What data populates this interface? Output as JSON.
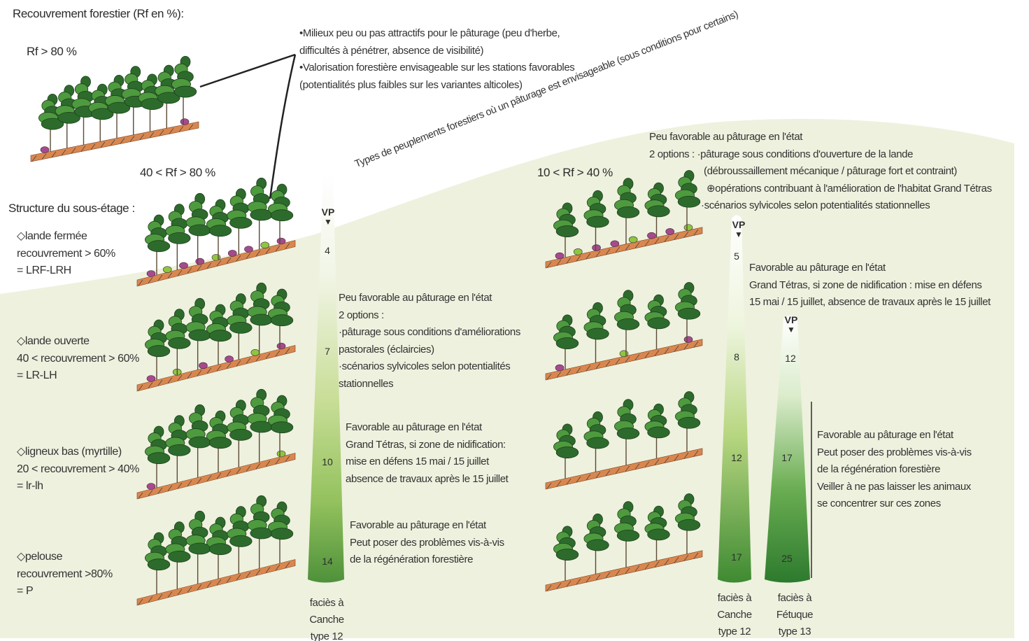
{
  "colors": {
    "background": "#ffffff",
    "pale_green": "#eef1de",
    "gauge_top": "#ffffff",
    "gauge_bottom": "#3f8a34",
    "gauge_bottom_dark": "#2d7a2e",
    "tree_dark": "#2d6b2c",
    "tree_mid": "#4e9a3e",
    "ground": "#d9874f",
    "heather": "#a64a8e",
    "bilberry": "#8dc63f"
  },
  "header": {
    "title": "Recouvrement forestier (Rf en %):",
    "rf_high": "Rf > 80 %",
    "rf_mid": "40 < Rf > 80 %",
    "rf_low": "10 < Rf > 40 %",
    "structure_title": "Structure du sous-étage :"
  },
  "top_note": {
    "line1": "•Milieux peu ou pas attractifs pour le pâturage (peu d'herbe,",
    "line2": "difficultés à pénétrer, absence de visibilité)",
    "line3": "•Valorisation forestière envisageable sur les stations favorables",
    "line4": "(potentialités plus faibles sur les variantes alticoles)"
  },
  "curve_label": "Types de peuplements forestiers où un pâturage est envisageable (sous conditions pour certains)",
  "understorey": [
    {
      "title": "◇lande fermée",
      "line2": "recouvrement > 60%",
      "line3": "= LRF-LRH"
    },
    {
      "title": "◇lande ouverte",
      "line2": "40 < recouvrement > 60%",
      "line3": "= LR-LH"
    },
    {
      "title": "◇ligneux bas (myrtille)",
      "line2": "20 < recouvrement > 40%",
      "line3": "= lr-lh"
    },
    {
      "title": "◇pelouse",
      "line2": "recouvrement >80%",
      "line3": "= P"
    }
  ],
  "gauge_left": {
    "vp": "VP",
    "values": [
      "4",
      "7",
      "10",
      "14"
    ],
    "facies": [
      "faciès à",
      "Canche",
      "type 12"
    ]
  },
  "notes_left": {
    "n1": [
      "Peu favorable au pâturage en l'état",
      "2 options :",
      "·pâturage sous conditions d'améliorations",
      "pastorales (éclaircies)",
      "·scénarios sylvicoles selon potentialités",
      "stationnelles"
    ],
    "n2": [
      "Favorable au pâturage en l'état",
      "Grand Tétras, si zone de nidification:",
      "mise en défens 15 mai / 15 juillet",
      "absence de travaux après le 15 juillet"
    ],
    "n3": [
      "Favorable au pâturage en l'état",
      "Peut poser des problèmes vis-à-vis",
      "de la régénération forestière"
    ]
  },
  "notes_right": {
    "n1": [
      "Peu favorable au pâturage en l'état",
      "2 options : ·pâturage sous conditions d'ouverture de la lande",
      "(débroussaillement mécanique / pâturage fort et contraint)",
      "⊕opérations contribuant à l'amélioration de l'habitat Grand Tétras",
      "·scénarios sylvicoles selon potentialités stationnelles"
    ],
    "n2": [
      "Favorable au pâturage en l'état",
      "Grand Tétras, si zone de nidification : mise en défens",
      "15 mai / 15 juillet, absence de travaux après le 15 juillet"
    ],
    "n3": [
      "Favorable au pâturage en l'état",
      "Peut poser des problèmes vis-à-vis",
      "de la régénération forestière",
      "Veiller à ne pas laisser les animaux",
      "se concentrer sur ces zones"
    ]
  },
  "gauge_canche": {
    "vp": "VP",
    "values": [
      "5",
      "8",
      "12",
      "17"
    ],
    "facies": [
      "faciès à",
      "Canche",
      "type 12"
    ]
  },
  "gauge_fetuque": {
    "vp": "VP",
    "values": [
      "12",
      "17",
      "25"
    ],
    "facies": [
      "faciès à",
      "Fétuque",
      "type 13"
    ]
  }
}
